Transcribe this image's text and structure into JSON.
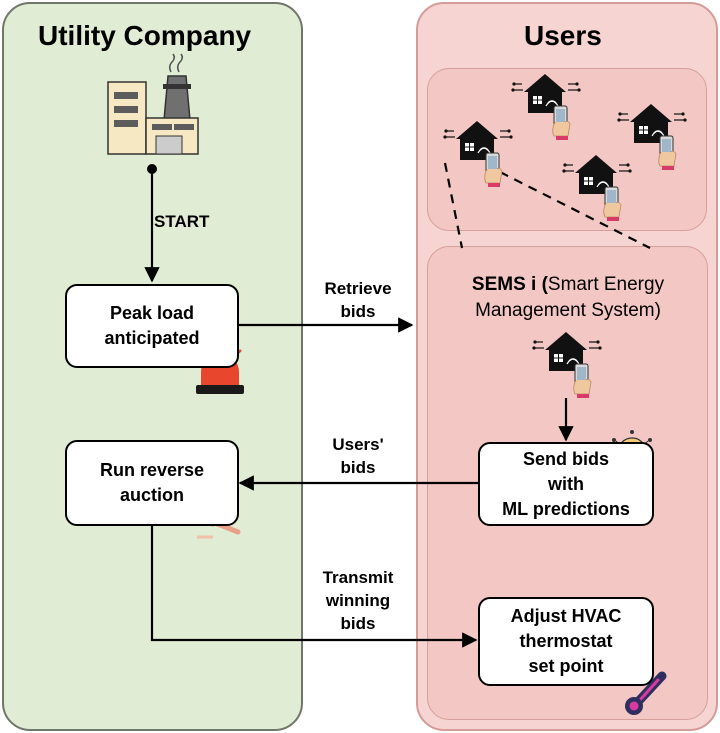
{
  "lanes": {
    "utility_title": "Utility Company",
    "users_title": "Users"
  },
  "labels": {
    "start": "START",
    "retrieve_bids": "Retrieve\nbids",
    "users_bids": "Users'\nbids",
    "transmit": "Transmit\nwinning\nbids"
  },
  "boxes": {
    "peak_load": "Peak load\nanticipated",
    "reverse_auction": "Run reverse\nauction",
    "send_bids": "Send bids\nwith\nML predictions",
    "adjust_hvac": "Adjust HVAC\nthermostat\nset point"
  },
  "sems": {
    "title_bold": "SEMS i (",
    "title_rest": "Smart Energy\nManagement System)"
  },
  "icons": {
    "factory": "factory-icon",
    "alarm": "alarm-light-icon",
    "gavel": "gavel-icon",
    "smart_home": "smart-home-icon",
    "ml_brain": "ml-brain-icon",
    "thermometer": "thermometer-icon"
  },
  "colors": {
    "utility_lane": "#e0ecd3",
    "users_lane": "#f6d4d1",
    "users_inner": "#f3c7c3",
    "alarm": "#e8472e",
    "gavel": "#e8a08a",
    "thermometer": "#2e2f5e",
    "thermometer_accent": "#d93aa0"
  }
}
